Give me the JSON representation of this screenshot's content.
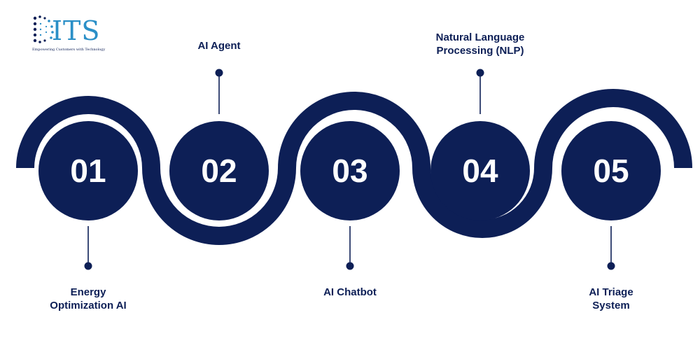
{
  "logo": {
    "text": "ITS",
    "tagline": "Empowering Customers with Technology",
    "primary_color": "#2a8fc7",
    "secondary_color": "#0d1f56"
  },
  "colors": {
    "navy": "#0d1f56",
    "white": "#ffffff"
  },
  "steps": [
    {
      "number": "01",
      "label": "Energy\nOptimization AI",
      "label_position": "bottom"
    },
    {
      "number": "02",
      "label": "AI Agent",
      "label_position": "top"
    },
    {
      "number": "03",
      "label": "AI Chatbot",
      "label_position": "bottom"
    },
    {
      "number": "04",
      "label": "Natural Language\nProcessing (NLP)",
      "label_position": "top"
    },
    {
      "number": "05",
      "label": "AI Triage\nSystem",
      "label_position": "bottom"
    }
  ]
}
